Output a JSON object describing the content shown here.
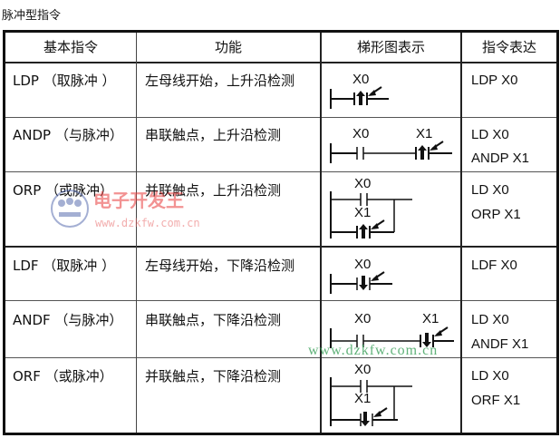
{
  "title": "脉冲型指令",
  "table": {
    "headers": [
      "基本指令",
      "功能",
      "梯形图表示",
      "指令表达"
    ],
    "rows": [
      {
        "instruction": "LDP （取脉冲 ）",
        "function": "左母线开始，上升沿检测",
        "ladder": {
          "type": "load",
          "edge": "rising",
          "contacts": [
            "X0"
          ]
        },
        "expression": [
          "LDP X0"
        ]
      },
      {
        "instruction": "ANDP （与脉冲）",
        "function": "串联触点，上升沿检测",
        "ladder": {
          "type": "series",
          "edge": "rising",
          "contacts": [
            "X0",
            "X1"
          ]
        },
        "expression": [
          "LD X0",
          "ANDP X1"
        ]
      },
      {
        "instruction": "ORP （或脉冲）",
        "function": "并联触点，上升沿检测",
        "ladder": {
          "type": "parallel",
          "edge": "rising",
          "contacts": [
            "X0",
            "X1"
          ]
        },
        "expression": [
          "LD X0",
          "ORP X1"
        ]
      },
      {
        "instruction": "LDF （取脉冲 ）",
        "function": "左母线开始，下降沿检测",
        "ladder": {
          "type": "load",
          "edge": "falling",
          "contacts": [
            "X0"
          ]
        },
        "expression": [
          "LDF X0"
        ]
      },
      {
        "instruction": "ANDF （与脉冲）",
        "function": "串联触点，下降沿检测",
        "ladder": {
          "type": "series",
          "edge": "falling",
          "contacts": [
            "X0",
            "X1"
          ]
        },
        "expression": [
          "LD X0",
          "ANDF X1"
        ]
      },
      {
        "instruction": "ORF （或脉冲）",
        "function": "并联触点，下降沿检测",
        "ladder": {
          "type": "parallel",
          "edge": "falling",
          "contacts": [
            "X0",
            "X1"
          ]
        },
        "expression": [
          "LD X0",
          "ORF X1"
        ]
      }
    ]
  },
  "watermark": {
    "logo_text": "电子开发王",
    "url": "www.dzkfw.com.cn",
    "colors": {
      "logo_red": "#e83a3a",
      "logo_blue": "#5a6fb0",
      "url_green": "#3aa05a"
    }
  }
}
